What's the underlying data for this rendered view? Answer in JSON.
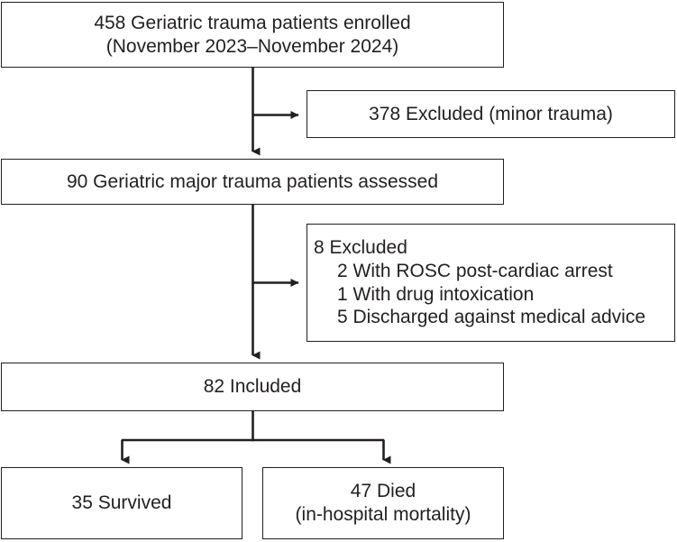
{
  "diagram": {
    "title": "Geriatric major trauma patient enrollment flow diagram",
    "type": "flowchart",
    "line_color": "#231f20",
    "text_color": "#231f20",
    "background_color": "#ffffff"
  },
  "nodes": {
    "enrolled": {
      "line1": "458 Geriatric trauma patients enrolled",
      "line2": "(November 2023–November 2024)",
      "count": 458
    },
    "excluded_minor": {
      "line1": "378 Excluded (minor trauma)",
      "count": 378
    },
    "assessed": {
      "line1": "90 Geriatric major trauma patients assessed",
      "count": 90
    },
    "excluded_detail": {
      "heading": "8 Excluded",
      "count": 8,
      "reasons": [
        "2 With ROSC post-cardiac arrest",
        "1 With drug intoxication",
        "5 Discharged against medical advice"
      ]
    },
    "included": {
      "line1": "82 Included",
      "count": 82
    },
    "survived": {
      "line1": "35 Survived",
      "count": 35
    },
    "died": {
      "line1": "47 Died",
      "line2": "(in-hospital mortality)",
      "count": 47
    }
  },
  "connectors": [
    {
      "name": "enrolled-to-assessed",
      "kind": "vertical-arrow"
    },
    {
      "name": "enrolled-to-excluded-minor",
      "kind": "right-arrow"
    },
    {
      "name": "assessed-to-included",
      "kind": "vertical-arrow"
    },
    {
      "name": "assessed-to-excluded-detail",
      "kind": "right-arrow"
    },
    {
      "name": "included-to-survived",
      "kind": "fork-left-arrow"
    },
    {
      "name": "included-to-died",
      "kind": "fork-right-arrow"
    }
  ]
}
